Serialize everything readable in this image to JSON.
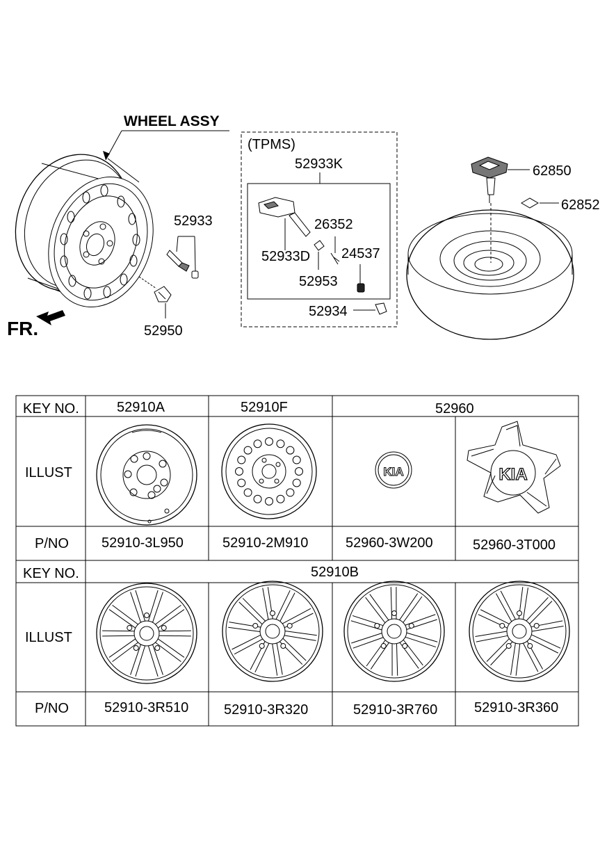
{
  "diagram": {
    "wheel_assy_label": "WHEEL ASSY",
    "front_label": "FR.",
    "tpms_label": "(TPMS)",
    "callouts": {
      "valve": "52933",
      "nut": "52950",
      "tpms_kit": "52933K",
      "tpms_sensor": "52933D",
      "cap_26352": "26352",
      "cap_52953": "52953",
      "nut_24537": "24537",
      "cap_52934": "52934",
      "hold_down": "62850",
      "label_62852": "62852"
    }
  },
  "table": {
    "header_key": "KEY NO.",
    "header_illust": "ILLUST",
    "header_pno": "P/NO",
    "section1": {
      "keys": [
        "52910A",
        "52910F",
        "52960"
      ],
      "part_numbers": [
        "52910-3L950",
        "52910-2M910",
        "52960-3W200",
        "52960-3T000"
      ],
      "emblem_text": "KIA"
    },
    "section2": {
      "key": "52910B",
      "part_numbers": [
        "52910-3R510",
        "52910-3R320",
        "52910-3R760",
        "52910-3R360"
      ]
    }
  },
  "colors": {
    "line": "#000000",
    "background": "#ffffff"
  }
}
